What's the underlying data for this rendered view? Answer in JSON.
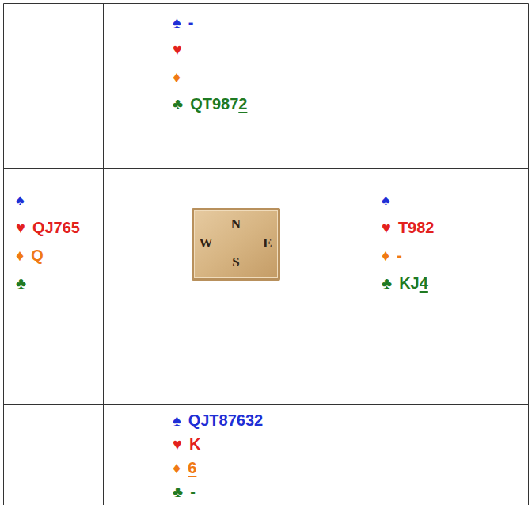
{
  "diagram": {
    "labels": [
      "♠",
      "-",
      "♥",
      "♦",
      "♣",
      "QT987",
      "2",
      "♠",
      "♥",
      "QJ765",
      "♦",
      "Q",
      "♣",
      "N",
      "W",
      "E",
      "S",
      "♠",
      "♥",
      "T982",
      "♦",
      "-",
      "♣",
      "KJ",
      "4",
      "♠",
      "QJT87632",
      "♥",
      "K",
      "♦",
      "6",
      "♣",
      "-"
    ]
  }
}
